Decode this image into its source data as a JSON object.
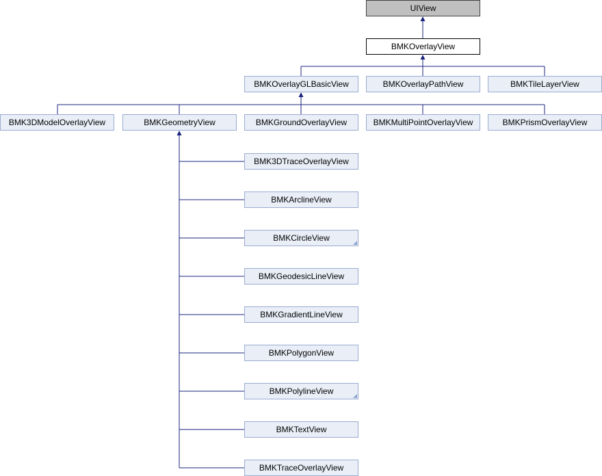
{
  "nodes": {
    "uiview": "UIView",
    "overlay_view": "BMKOverlayView",
    "gl_basic_view": "BMKOverlayGLBasicView",
    "path_view": "BMKOverlayPathView",
    "tile_layer_view": "BMKTileLayerView",
    "model3d_view": "BMK3DModelOverlayView",
    "geometry_view": "BMKGeometryView",
    "ground_view": "BMKGroundOverlayView",
    "multipoint_view": "BMKMultiPointOverlayView",
    "prism_view": "BMKPrismOverlayView",
    "trace3d_view": "BMK3DTraceOverlayView",
    "arcline_view": "BMKArclineView",
    "circle_view": "BMKCircleView",
    "geodesic_view": "BMKGeodesicLineView",
    "gradient_view": "BMKGradientLineView",
    "polygon_view": "BMKPolygonView",
    "polyline_view": "BMKPolylineView",
    "text_view": "BMKTextView",
    "trace_view": "BMKTraceOverlayView"
  },
  "colors": {
    "edge": "#1a237e",
    "node_fill": "#e9eef7",
    "node_border": "#9aacd0",
    "root_fill": "#bfbfbf"
  }
}
